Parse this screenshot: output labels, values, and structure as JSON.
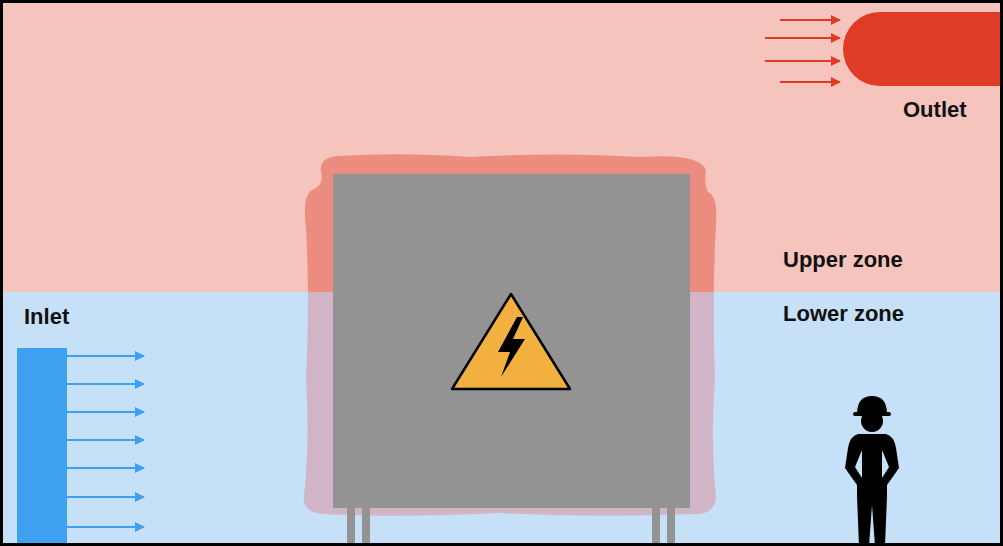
{
  "diagram": {
    "nodes": [
      {
        "text": [
          "Upper zone"
        ]
      },
      {
        "text": [
          "Outlet"
        ],
        "in": 0
      },
      {
        "text": [
          "Lower zone"
        ]
      },
      {
        "text": [
          "Inlet"
        ],
        "in": 2
      }
    ]
  }
}
